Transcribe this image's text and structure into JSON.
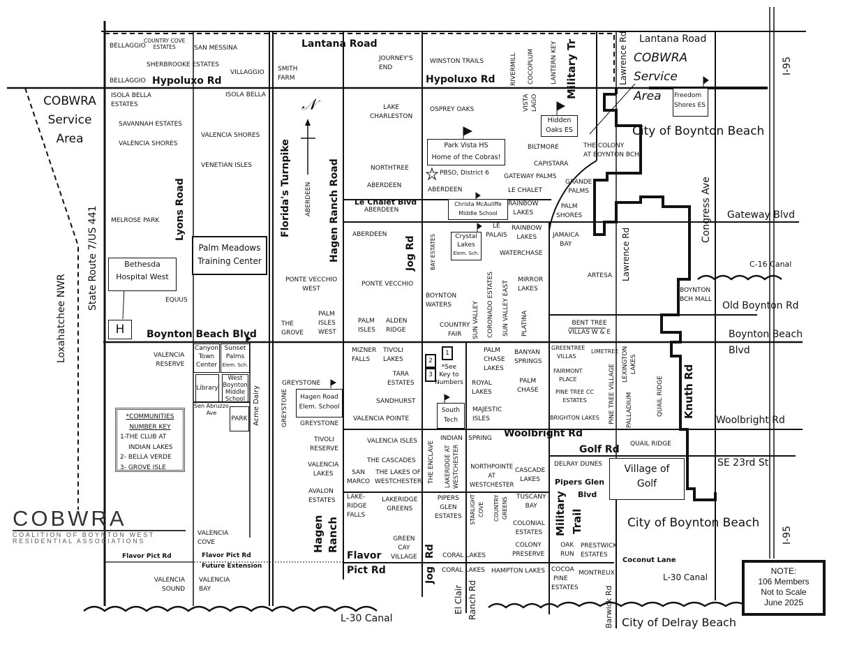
{
  "title_block": {
    "logo_text": "COBWRA",
    "logo_subtitle_line1": "COALITION OF BOYNTON WEST",
    "logo_subtitle_line2": "RESIDENTIAL ASSOCIATIONS"
  },
  "service_area_west": [
    "COBWRA",
    "Service",
    "Area"
  ],
  "service_area_east": [
    "COBWRA",
    "Service",
    "Area"
  ],
  "north_arrow": "𝒩",
  "note": {
    "lines": [
      "NOTE:",
      "106 Members",
      "Not to Scale",
      "June 2025"
    ]
  },
  "communities_key": {
    "title_line1": "*COMMUNITIES",
    "title_line2": "NUMBER KEY",
    "items": [
      "1-THE CLUB AT",
      "INDIAN LAKES",
      "2- BELLA VERDE",
      "3- GROVE ISLE"
    ],
    "see_key": [
      "*See",
      "Key to",
      "Numbers"
    ],
    "numbers": [
      "1",
      "2",
      "3"
    ]
  },
  "roads": {
    "lantana_w": "Lantana Road",
    "lantana_e": "Lantana Road",
    "hypoluxo_w": "Hypoluxo Rd",
    "hypoluxo_e": "Hypoluxo Rd",
    "le_chalet": "Le  Chalet Blvd",
    "gateway": "Gateway Blvd",
    "c16": "C-16 Canal",
    "old_boynton": "Old Boynton Rd",
    "boynton_beach_w": "Boynton Beach Blvd",
    "boynton_beach_e1": "Boynton Beach",
    "boynton_beach_e2": "Blvd",
    "woolbright_w": "Woolbright Rd",
    "woolbright_e": "Woolbright Rd",
    "golf": "Golf Rd",
    "se23": "SE 23rd St",
    "pipers_glen1": "Pipers Glen",
    "pipers_glen2": "Blvd",
    "flavor_pict_w": "Flavor Pict Rd",
    "flavor_pict_mid": "Flavor Pict Rd",
    "future_ext": "Future Extension",
    "flavor": "Flavor",
    "pict_rd": "Pict Rd",
    "coconut": "Coconut Lane",
    "l30_e": "L-30 Canal",
    "l30_w": "L-30 Canal",
    "sr7": "State Route 7/US 441",
    "loxahatchee": "Loxahatchee NWR",
    "lyons": "Lyons Road",
    "turnpike": "Florida's Turnpike",
    "hagen_road": "Hagen Ranch Road",
    "hagen": "Hagen",
    "ranch": "Ranch",
    "jog_n": "Jog Rd",
    "jog_s1": "Rd",
    "jog_s2": "Jog",
    "military_tr": "Military Tr",
    "military": "Military",
    "trail": "Trail",
    "lawrence_n": "Lawrence Rd",
    "lawrence_s": "Lawrence Rd",
    "congress": "Congress Ave",
    "knuth": "Knuth Rd",
    "i95_n": "I-95",
    "i95_s": "I-95",
    "el_clair": "El Clair",
    "ranch_rd": "Ranch Rd",
    "barwick": "Barwick Rd",
    "acme_dairy": "Acme Dairy",
    "sen_abruzzo1": "Sen Abruzzo",
    "sen_abruzzo2": "Ave"
  },
  "cities": {
    "boynton_n": "City of Boynton Beach",
    "boynton_s": "City of Boynton Beach",
    "delray": "City of Delray Beach"
  },
  "facilities": {
    "bethesda": [
      "Bethesda",
      "Hospital West"
    ],
    "hospital_symbol": "H",
    "palm_meadows": [
      "Palm Meadows",
      "Training Center"
    ],
    "park_vista": [
      "Park Vista HS",
      "Home of the Cobras!"
    ],
    "pbso": "PBSO, District 6",
    "hidden_oaks": [
      "Hidden",
      "Oaks ES"
    ],
    "freedom_shores": [
      "Freedom",
      "Shores ES"
    ],
    "mcauliffe": [
      "Christa McAuliffe",
      "Middle School"
    ],
    "crystal_lakes": [
      "Crystal",
      "Lakes",
      "Elem. Sch."
    ],
    "canyon_town": [
      "Canyon",
      "Town",
      "Center"
    ],
    "sunset_palms": [
      "Sunset",
      "Palms",
      "Elem. Sch."
    ],
    "library": "Library",
    "west_boynton": [
      "West",
      "Boynton",
      "Middle",
      "School"
    ],
    "park": "PARK",
    "hagen_elem": [
      "Hagen Road",
      "Elem. School"
    ],
    "south_tech": [
      "South",
      "Tech"
    ],
    "village_golf": [
      "Village of",
      "Golf"
    ]
  },
  "communities": {
    "bellaggio1": "BELLAGGIO",
    "country_cove": [
      "COUNTRY COVE",
      "ESTATES"
    ],
    "san_messina": "SAN MESSINA",
    "sherbrooke": "SHERBROOKE  ESTATES",
    "villaggio": "VILLAGGIO",
    "bellaggio2": "BELLAGGIO",
    "isola_bella_estates": [
      "ISOLA BELLA",
      "ESTATES"
    ],
    "isola_bella": "ISOLA BELLA",
    "savannah": "SAVANNAH ESTATES",
    "valencia_shores_w": "VALENCIA SHORES",
    "valencia_shores_e": "VALENCIA SHORES",
    "venetian": "VENETIAN ISLES",
    "melrose": "MELROSE PARK",
    "equus": "EQUUS",
    "smith_farm": [
      "SMITH",
      "FARM"
    ],
    "journeys_end": [
      "JOURNEY'S",
      "END"
    ],
    "lake_charleston": [
      "LAKE",
      "CHARLESTON"
    ],
    "aberdeen_turnpike": "ABERDEEN",
    "northtree": "NORTHTREE",
    "aberdeen1": "ABERDEEN",
    "aberdeen2": "ABERDEEN",
    "aberdeen3": "ABERDEEN",
    "aberdeen4": "ABERDEEN",
    "winston": "WINSTON TRAILS",
    "rivermill": "RIVERMILL",
    "cocoplum": "COCOPLUM",
    "lantern_key": "LANTERN KEY",
    "osprey": "OSPREY OAKS",
    "vista_lago": [
      "VISTA",
      "LAGO"
    ],
    "biltmore": "BILTMORE",
    "capistara": "CAPISTARA",
    "gateway_palms": "GATEWAY PALMS",
    "le_chalet": "LE CHALET",
    "the_colony": [
      "THE COLONY",
      "AT BOYNTON BCH"
    ],
    "grande_palms": [
      "GRANDE",
      "PALMS"
    ],
    "rainbow1": [
      "RAINBOW",
      "LAKES"
    ],
    "palm_shores": [
      "PALM",
      "SHORES"
    ],
    "bay_estates": "BAY  ESTATES",
    "le_palais": [
      "LE",
      "PALAIS"
    ],
    "rainbow2": [
      "RAINBOW",
      "LAKES"
    ],
    "waterchase": "WATERCHASE",
    "jamaica": [
      "JAMAICA",
      "BAY"
    ],
    "artesa": "ARTESA",
    "boynton_mall": [
      "BOYNTON",
      "BCH MALL"
    ],
    "mirror": [
      "MIRROR",
      "LAKES"
    ],
    "boynton_waters": [
      "BOYNTON",
      "WATERS"
    ],
    "sun_valley": "SUN VALLEY",
    "coronado": "CORONADO ESTATES",
    "sun_valley_east": "SUN VALLEY EAST",
    "platina": "PLATINA",
    "country_fair": [
      "COUNTRY",
      "FAIR"
    ],
    "bent_tree": [
      "BENT TREE",
      "VILLAS W & E"
    ],
    "ponte_vecchio_west": [
      "PONTE VECCHIO",
      "WEST"
    ],
    "ponte_vecchio": "PONTE VECCHIO",
    "the_grove": [
      "THE",
      "GROVE"
    ],
    "palm_isles_west": [
      "PALM",
      "ISLES",
      "WEST"
    ],
    "palm_isles": [
      "PALM",
      "ISLES"
    ],
    "alden": [
      "ALDEN",
      "RIDGE"
    ],
    "valencia_reserve": [
      "VALENCIA",
      "RESERVE"
    ],
    "mizner": [
      "MIZNER",
      "FALLS"
    ],
    "tivoli_lakes": [
      "TIVOLI",
      "LAKES"
    ],
    "tara": [
      "TARA",
      "ESTATES"
    ],
    "sandhurst": "SANDHURST",
    "valencia_pointe": "VALENCIA POINTE",
    "greystone1": "GREYSTONE",
    "greystone2": "GREYSTONE",
    "greystone_v": "GREYSTONE",
    "palm_chase_lakes": [
      "PALM",
      "CHASE",
      "LAKES"
    ],
    "banyan": [
      "BANYAN",
      "SPRINGS"
    ],
    "royal": [
      "ROYAL",
      "LAKES"
    ],
    "palm_chase": [
      "PALM",
      "CHASE"
    ],
    "majestic": [
      "MAJESTIC",
      "ISLES"
    ],
    "greentree": [
      "GREENTREE",
      "VILLAS"
    ],
    "limetree": "LIMETREE",
    "fairmont": [
      "FAIRMONT",
      "PLACE"
    ],
    "pine_tree_cc": [
      "PINE TREE CC",
      "ESTATES"
    ],
    "brighton": "BRIGHTON LAKES",
    "pine_tree_village": "PINE TREE VILLAGE",
    "palladium": "PALLADIUM",
    "lexington": [
      "LEXINGTON",
      "LAKES"
    ],
    "quail_ridge_v": "QUAIL RIDGE",
    "quail_ridge": "QUAIL RIDGE",
    "tivoli_reserve": [
      "TIVOLI",
      "RESERVE"
    ],
    "valencia_lakes": [
      "VALENCIA",
      "LAKES"
    ],
    "avalon": [
      "AVALON",
      "ESTATES"
    ],
    "valencia_isles": "VALENCIA ISLES",
    "cascades": "THE CASCADES",
    "san_marco": [
      "SAN",
      "MARCO"
    ],
    "lakes_westchester": [
      "THE LAKES OF",
      "WESTCHESTER"
    ],
    "lake_ridge_falls": [
      "LAKE-",
      "RIDGE",
      "FALLS"
    ],
    "lakeridge_greens": [
      "LAKERIDGE",
      "GREENS"
    ],
    "green_cay": [
      "GREEN",
      "CAY",
      "VILLAGE"
    ],
    "indian": "INDIAN",
    "spring": "SPRING",
    "the_enclave": "THE ENCLAVE",
    "lakeridge_west": [
      "LAKERIDGE AT",
      "WESTCHESTER"
    ],
    "northpointe": [
      "NORTHPOINTE",
      "AT",
      "WESTCHESTER"
    ],
    "cascade_lakes": [
      "CASCADE",
      "LAKES"
    ],
    "pipers_glen_estates": [
      "PIPERS",
      "GLEN",
      "ESTATES"
    ],
    "starlight": [
      "STARLIGHT",
      "COVE"
    ],
    "country_greens": [
      "COUNTRY",
      "GREENS"
    ],
    "tuscany": [
      "TUSCANY",
      "BAY"
    ],
    "colonial": [
      "COLONIAL",
      "ESTATES"
    ],
    "colony_preserve": [
      "COLONY",
      "PRESERVE"
    ],
    "coral1": "CORAL LAKES",
    "coral2": "CORAL LAKES",
    "hampton": "HAMPTON LAKES",
    "delray_dunes": "DELRAY DUNES",
    "oak_run": [
      "OAK",
      "RUN"
    ],
    "prestwick": [
      "PRESTWICK",
      "ESTATES"
    ],
    "cocoa": [
      "COCOA",
      "PINE",
      "ESTATES"
    ],
    "montreux": "MONTREUX",
    "valencia_cove": [
      "VALENCIA",
      "COVE"
    ],
    "valencia_sound": [
      "VALENCIA",
      "SOUND"
    ],
    "valencia_bay": [
      "VALENCIA",
      "BAY"
    ]
  }
}
